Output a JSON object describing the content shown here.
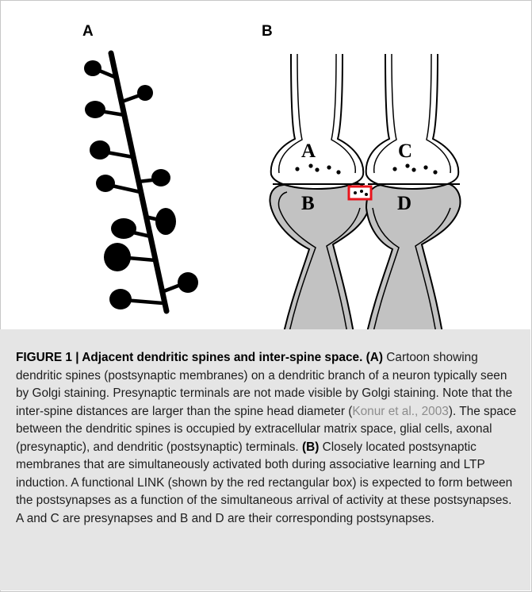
{
  "panels": {
    "a_label": "A",
    "b_label": "B",
    "synapse_labels": {
      "pre_left": "A",
      "post_left": "B",
      "pre_right": "C",
      "post_right": "D"
    }
  },
  "link_box_color": "#e8141c",
  "postsynapse_fill_color": "#c2c2c2",
  "caption": {
    "title": "FIGURE 1 | Adjacent dendritic spines and inter-spine space.",
    "part_a_tag": "(A)",
    "part_a_text_1": " Cartoon showing dendritic spines (postsynaptic membranes) on a dendritic branch of a neuron typically seen by Golgi staining. Presynaptic terminals are not made visible by Golgi staining. Note that the inter-spine distances are larger than the spine head diameter (",
    "citation": "Konur et al., 2003",
    "part_a_text_2": "). The space between the dendritic spines is occupied by extracellular matrix space, glial cells, axonal (presynaptic), and dendritic (postsynaptic) terminals. ",
    "part_b_tag": "(B)",
    "part_b_text": " Closely located postsynaptic membranes that are simultaneously activated both during associative learning and LTP induction. A functional LINK (shown by the red rectangular box) is expected to form between the postsynapses as a function of the simultaneous arrival of activity at these postsynapses. A and C are presynapses and B and D are their corresponding postsynapses."
  }
}
